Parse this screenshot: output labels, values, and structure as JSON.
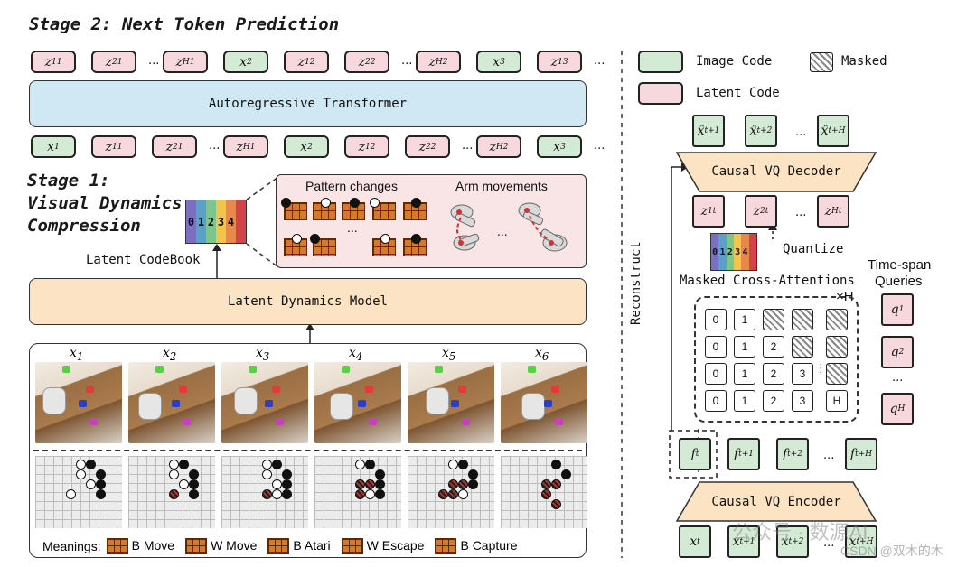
{
  "stage2": {
    "title": "Stage 2: Next Token Prediction",
    "transformer_label": "Autoregressive Transformer",
    "top_row": [
      {
        "kind": "lat",
        "base": "z",
        "sub": "1",
        "sup": "1"
      },
      {
        "kind": "lat",
        "base": "z",
        "sub": "1",
        "sup": "2"
      },
      {
        "kind": "dots"
      },
      {
        "kind": "lat",
        "base": "z",
        "sub": "1",
        "sup": "H"
      },
      {
        "kind": "img",
        "base": "x",
        "sub": "2",
        "sup": ""
      },
      {
        "kind": "lat",
        "base": "z",
        "sub": "2",
        "sup": "1"
      },
      {
        "kind": "lat",
        "base": "z",
        "sub": "2",
        "sup": "2"
      },
      {
        "kind": "dots"
      },
      {
        "kind": "lat",
        "base": "z",
        "sub": "2",
        "sup": "H"
      },
      {
        "kind": "img",
        "base": "x",
        "sub": "3",
        "sup": ""
      },
      {
        "kind": "lat",
        "base": "z",
        "sub": "3",
        "sup": "1"
      },
      {
        "kind": "dots"
      }
    ],
    "bottom_row": [
      {
        "kind": "img",
        "base": "x",
        "sub": "1",
        "sup": ""
      },
      {
        "kind": "lat",
        "base": "z",
        "sub": "1",
        "sup": "1"
      },
      {
        "kind": "lat",
        "base": "z",
        "sub": "1",
        "sup": "2"
      },
      {
        "kind": "dots"
      },
      {
        "kind": "lat",
        "base": "z",
        "sub": "1",
        "sup": "H"
      },
      {
        "kind": "img",
        "base": "x",
        "sub": "2",
        "sup": ""
      },
      {
        "kind": "lat",
        "base": "z",
        "sub": "2",
        "sup": "1"
      },
      {
        "kind": "lat",
        "base": "z",
        "sub": "2",
        "sup": "2"
      },
      {
        "kind": "dots"
      },
      {
        "kind": "lat",
        "base": "z",
        "sub": "2",
        "sup": "H"
      },
      {
        "kind": "img",
        "base": "x",
        "sub": "3",
        "sup": ""
      },
      {
        "kind": "dots"
      }
    ]
  },
  "stage1": {
    "title_line1": "Stage 1:",
    "title_line2": "Visual Dynamics",
    "title_line3": "Compression",
    "codebook_label": "Latent CodeBook",
    "codebook_entries": [
      "0",
      "1",
      "2",
      "3",
      "4"
    ],
    "codebook_colors": [
      "#7b6fc1",
      "#5aa0c8",
      "#7fc48b",
      "#f2c449",
      "#e7894a",
      "#d2434a"
    ],
    "pattern_label": "Pattern changes",
    "arm_label": "Arm movements",
    "ellipsis": "...",
    "ldm_label": "Latent Dynamics Model",
    "frames": [
      {
        "base": "x",
        "sub": "1"
      },
      {
        "base": "x",
        "sub": "2"
      },
      {
        "base": "x",
        "sub": "3"
      },
      {
        "base": "x",
        "sub": "4"
      },
      {
        "base": "x",
        "sub": "5"
      },
      {
        "base": "x",
        "sub": "6"
      }
    ],
    "meanings_label": "Meanings:",
    "meanings": [
      "B Move",
      "W Move",
      "B Atari",
      "W Escape",
      "B Capture"
    ]
  },
  "right": {
    "legend_image": "Image Code",
    "legend_masked": "Masked",
    "legend_latent": "Latent Code",
    "outputs": [
      {
        "base": "x̂",
        "sub": "t+1"
      },
      {
        "base": "x̂",
        "sub": "t+2"
      },
      {
        "kind": "dots"
      },
      {
        "base": "x̂",
        "sub": "t+H"
      }
    ],
    "decoder_label": "Causal VQ Decoder",
    "latents": [
      {
        "base": "z",
        "sub": "t",
        "sup": "1"
      },
      {
        "base": "z",
        "sub": "t",
        "sup": "2"
      },
      {
        "kind": "dots"
      },
      {
        "base": "z",
        "sub": "t",
        "sup": "H"
      }
    ],
    "quantize_label": "Quantize",
    "reconstruct_label": "Reconstruct",
    "timespan_label_1": "Time-span",
    "timespan_label_2": "Queries",
    "mca_label": "Masked Cross-Attentions",
    "times_h": "×H",
    "mask_rows": [
      [
        "0",
        "1",
        "#",
        "#",
        "#"
      ],
      [
        "0",
        "1",
        "2",
        "#",
        "#"
      ],
      [
        "0",
        "1",
        "2",
        "3",
        "#"
      ],
      [
        "0",
        "1",
        "2",
        "3",
        "H"
      ]
    ],
    "queries": [
      {
        "base": "q",
        "sup": "1"
      },
      {
        "base": "q",
        "sup": "2"
      },
      {
        "kind": "dots"
      },
      {
        "base": "q",
        "sup": "H"
      }
    ],
    "features": [
      {
        "base": "f",
        "sub": "t"
      },
      {
        "base": "f",
        "sub": "t+1"
      },
      {
        "base": "f",
        "sub": "t+2"
      },
      {
        "kind": "dots"
      },
      {
        "base": "f",
        "sub": "t+H"
      }
    ],
    "encoder_label": "Causal VQ Encoder",
    "inputs": [
      {
        "base": "x",
        "sub": "t"
      },
      {
        "base": "x",
        "sub": "t+1"
      },
      {
        "base": "x",
        "sub": "t+2"
      },
      {
        "kind": "dots"
      },
      {
        "base": "x",
        "sub": "t+H"
      }
    ],
    "watermark_1": "公众号 · 数源AI",
    "watermark_2": "CSDN @双木的木"
  },
  "colors": {
    "image_code": "#d3ead4",
    "latent_code": "#f7d9dd",
    "transformer": "#cfe8f3",
    "model": "#fbe3c3"
  }
}
